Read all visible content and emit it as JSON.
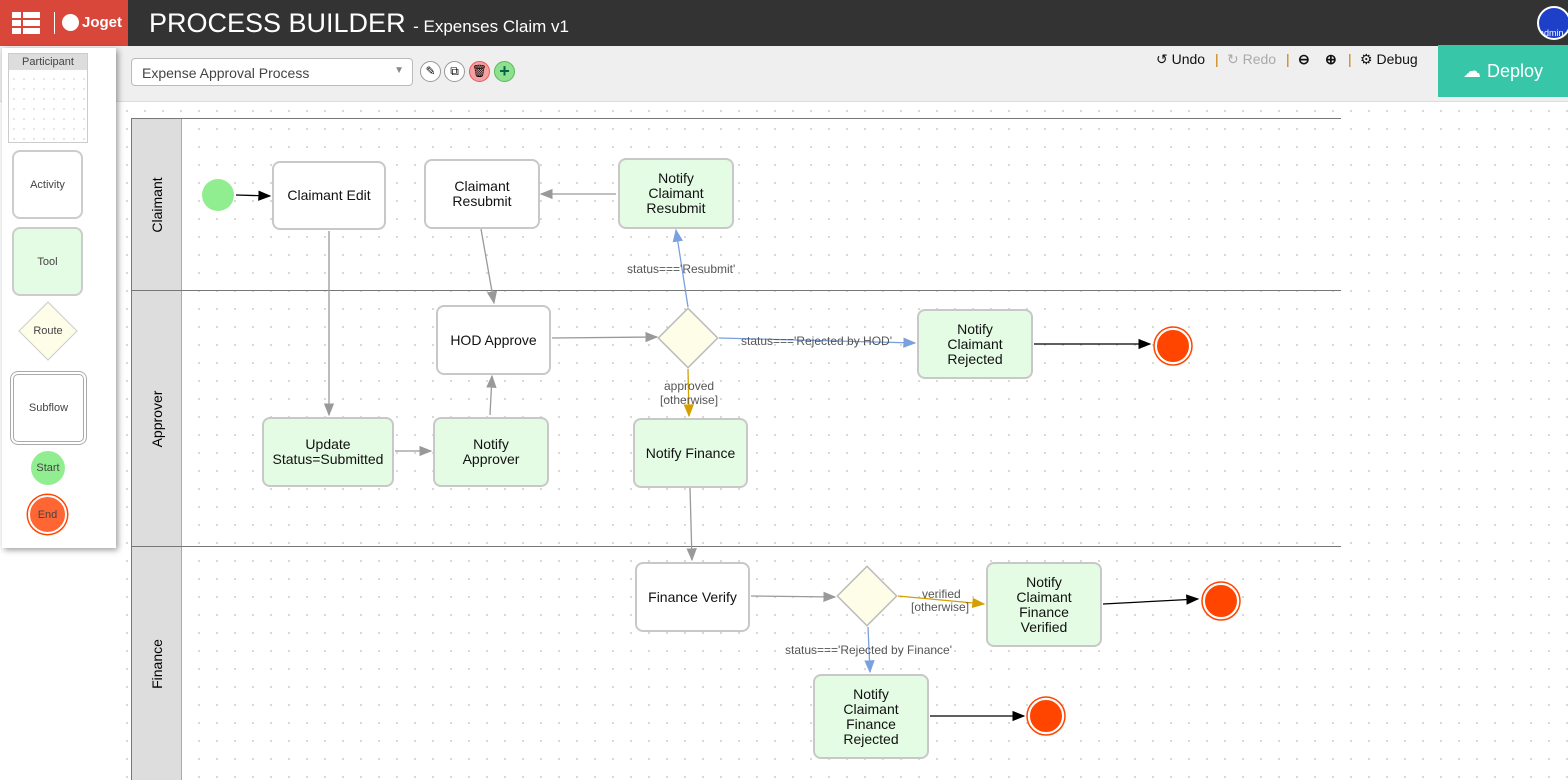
{
  "header": {
    "brand": "Joget",
    "title": "PROCESS BUILDER",
    "subtitle": "- Expenses Claim v1",
    "avatar_label": "admin"
  },
  "toolbar": {
    "process_select": "Expense Approval Process",
    "undo": "Undo",
    "redo": "Redo",
    "debug": "Debug",
    "deploy": "Deploy"
  },
  "palette": {
    "items": [
      "Participant",
      "Activity",
      "Tool",
      "Route",
      "Subflow",
      "Start",
      "End"
    ]
  },
  "lanes": [
    "Claimant",
    "Approver",
    "Finance"
  ],
  "nodes": {
    "claimant_edit": "Claimant Edit",
    "claimant_resubmit": "Claimant Resubmit",
    "notify_claimant_resubmit": "Notify Claimant Resubmit",
    "hod_approve": "HOD Approve",
    "notify_claimant_rejected": "Notify Claimant Rejected",
    "update_status": "Update Status=Submitted",
    "notify_approver": "Notify Approver",
    "notify_finance": "Notify Finance",
    "finance_verify": "Finance Verify",
    "notify_finance_verified": "Notify Claimant Finance Verified",
    "notify_finance_rejected": "Notify Claimant Finance Rejected"
  },
  "edge_labels": {
    "resubmit": "status==='Resubmit'",
    "rejected_hod": "status==='Rejected by HOD'",
    "approved": "approved",
    "otherwise1": "[otherwise]",
    "verified": "verified",
    "otherwise2": "[otherwise]",
    "rejected_finance": "status==='Rejected by Finance'"
  },
  "colors": {
    "header": "#333333",
    "brand": "#d9463a",
    "deploy": "#37c6a8",
    "tool": "#e4fbe4",
    "start": "#90ee90",
    "end": "#ff4500"
  }
}
